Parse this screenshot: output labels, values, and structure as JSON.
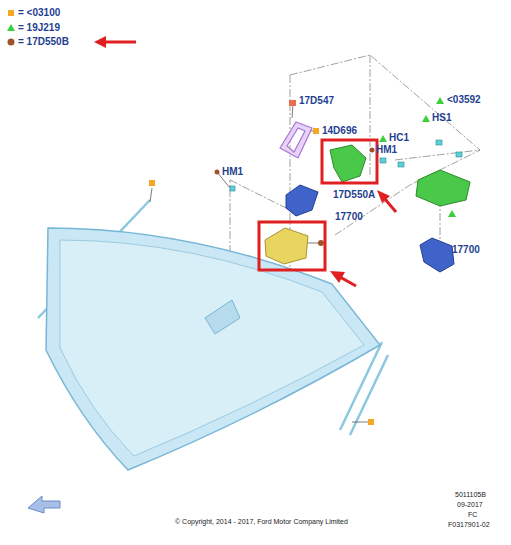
{
  "diagram": {
    "labels": [
      "17D547",
      "14D696",
      "HM1",
      "HC1",
      "HM1",
      "<03592",
      "HS1",
      "17D550A",
      "17700",
      "17700",
      "5011105B",
      "09-2017",
      "FC",
      "F0317901-02",
      "© Copyright, 2014 - 2017, Ford Motor Company Limited"
    ],
    "legend": [
      {
        "text": "= <03100"
      },
      {
        "text": "= 19J219"
      },
      {
        "text": "= 17D550B"
      }
    ]
  }
}
